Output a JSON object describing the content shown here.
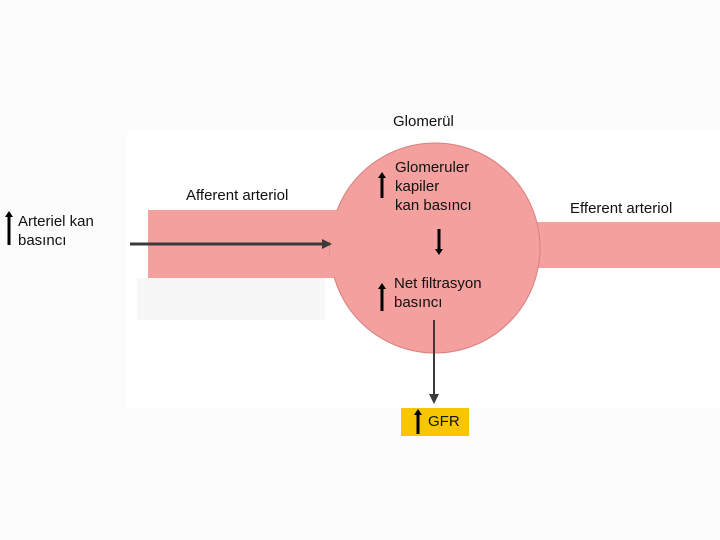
{
  "title": "Glomerül",
  "labels": {
    "afferent": "Afferent arteriol",
    "efferent": "Efferent arteriol",
    "arterial_pressure_line1": "Arteriel kan",
    "arterial_pressure_line2": "basıncı",
    "glomerular_pressure_line1": "Glomeruler",
    "glomerular_pressure_line2": "kapiler",
    "glomerular_pressure_line3": "kan basıncı",
    "net_filtration_line1": "Net filtrasyon",
    "net_filtration_line2": "basıncı",
    "gfr": "GFR"
  },
  "indicators": {
    "arterial_pressure": "up",
    "glomerular_pressure": "up",
    "middle_arrow": "down",
    "net_filtration": "up",
    "gfr": "up"
  },
  "colors": {
    "vessel": "#f4a09e",
    "vessel_stroke": "#d9807e",
    "panel": "#ffffff",
    "arrow": "#3a3a3a",
    "gfr_box": "#f7c600"
  }
}
